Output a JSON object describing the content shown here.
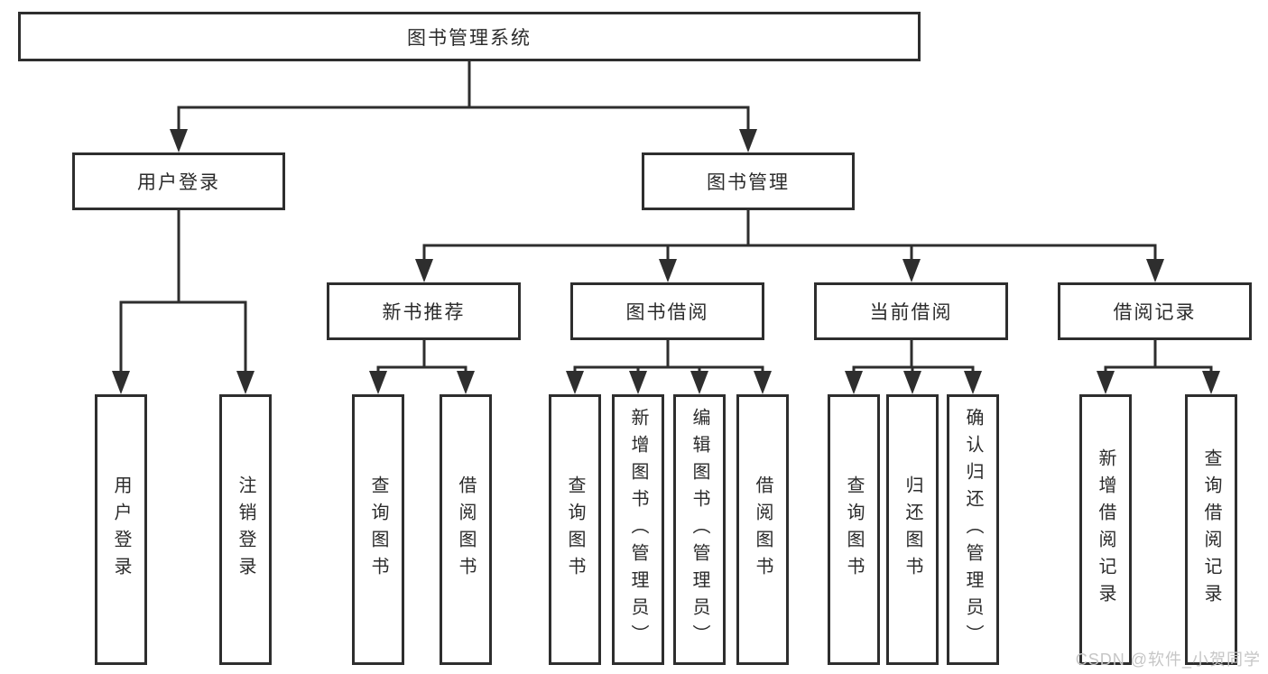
{
  "tree": {
    "label": "图书管理系统",
    "children": [
      {
        "label": "用户登录",
        "children": [
          {
            "label": "用户登录"
          },
          {
            "label": "注销登录"
          }
        ]
      },
      {
        "label": "图书管理",
        "children": [
          {
            "label": "新书推荐",
            "children": [
              {
                "label": "查询图书"
              },
              {
                "label": "借阅图书"
              }
            ]
          },
          {
            "label": "图书借阅",
            "children": [
              {
                "label": "查询图书"
              },
              {
                "label": "新增图书（管理员）"
              },
              {
                "label": "编辑图书（管理员）"
              },
              {
                "label": "借阅图书"
              }
            ]
          },
          {
            "label": "当前借阅",
            "children": [
              {
                "label": "查询图书"
              },
              {
                "label": "归还图书"
              },
              {
                "label": "确认归还（管理员）"
              }
            ]
          },
          {
            "label": "借阅记录",
            "children": [
              {
                "label": "新增借阅记录"
              },
              {
                "label": "查询借阅记录"
              }
            ]
          }
        ]
      }
    ]
  },
  "watermark": "CSDN @软件_小贺同学",
  "colors": {
    "line": "#2e2e2e",
    "box_border": "#2e2e2e",
    "text": "#2b2b2b",
    "watermark": "#c6c6c6",
    "background": "#ffffff"
  }
}
